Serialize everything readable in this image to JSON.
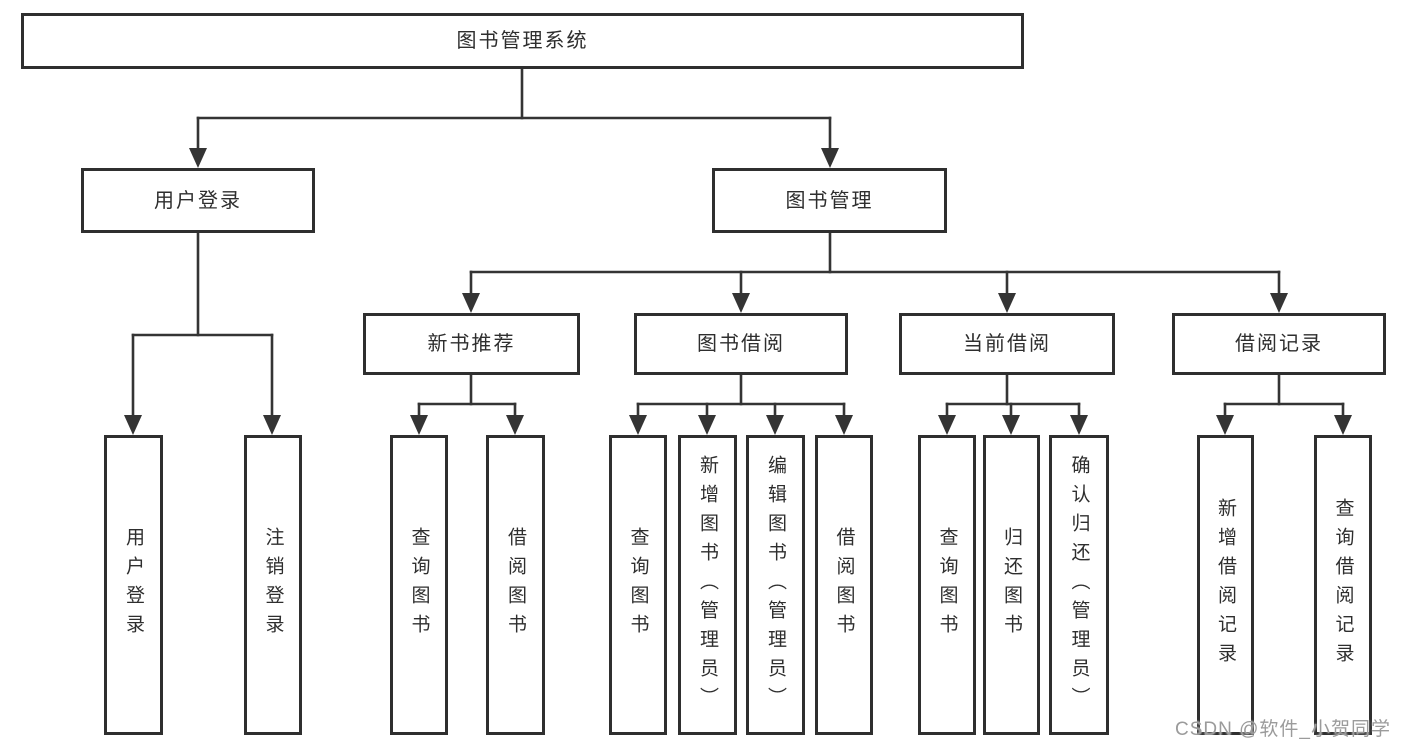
{
  "diagram": {
    "type": "hierarchy-tree",
    "line_color": "#343434",
    "box_border_color": "#2f2f2f",
    "text_color": "#2e2e2e",
    "background_color": "#ffffff"
  },
  "tree": {
    "root": {
      "label": "图书管理系统"
    },
    "branches": [
      {
        "label": "用户登录",
        "children": [
          {
            "label": "用户登录"
          },
          {
            "label": "注销登录"
          }
        ]
      },
      {
        "label": "图书管理",
        "children": [
          {
            "label": "新书推荐",
            "children": [
              {
                "label": "查询图书"
              },
              {
                "label": "借阅图书"
              }
            ]
          },
          {
            "label": "图书借阅",
            "children": [
              {
                "label": "查询图书"
              },
              {
                "label": "新增图书（管理员）"
              },
              {
                "label": "编辑图书（管理员）"
              },
              {
                "label": "借阅图书"
              }
            ]
          },
          {
            "label": "当前借阅",
            "children": [
              {
                "label": "查询图书"
              },
              {
                "label": "归还图书"
              },
              {
                "label": "确认归还（管理员）"
              }
            ]
          },
          {
            "label": "借阅记录",
            "children": [
              {
                "label": "新增借阅记录"
              },
              {
                "label": "查询借阅记录"
              }
            ]
          }
        ]
      }
    ]
  },
  "watermark": {
    "text": "CSDN @软件_小贺同学",
    "color": "#9b9b9b"
  }
}
